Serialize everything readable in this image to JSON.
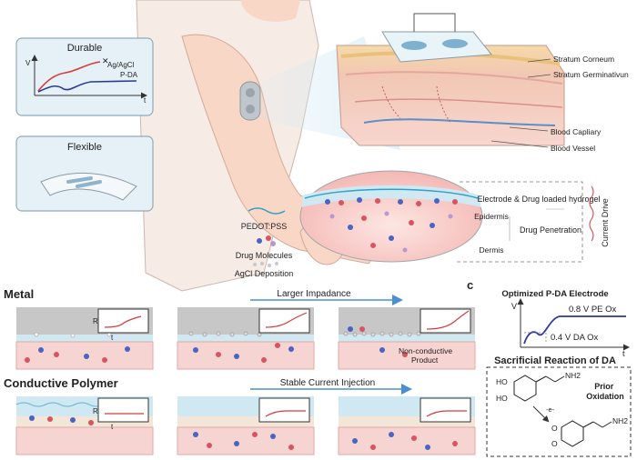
{
  "panel_a": {
    "durable": {
      "title": "Durable",
      "y_axis": "V",
      "x_axis": "t",
      "line_metal": "Ag/AgCl",
      "line_polymer": "P-DA"
    },
    "flexible": {
      "title": "Flexible"
    },
    "skin_layers": [
      "Stratum Corneum",
      "Stratum Germinativun",
      "Blood Capliary",
      "Blood Vessel"
    ],
    "zoom": {
      "hydrogel": "Electrode & Drug loaded hydrogel",
      "epidermis": "Epidermis",
      "dermis": "Dermis",
      "penetration": "Drug Penetration",
      "current": "Current Drive"
    },
    "legend": {
      "pedot": "PEDOT:PSS",
      "drug": "Drug Molecules",
      "agcl": "AgCl Deposition"
    }
  },
  "panel_b": {
    "metal": {
      "title": "Metal",
      "arrow": "Larger Impadance",
      "inset_y": "R",
      "inset_x": "t",
      "product": "Non-conductive\nProduct"
    },
    "polymer": {
      "title": "Conductive Polymer",
      "arrow": "Stable Current Injection",
      "inset_y": "R",
      "inset_x": "t"
    }
  },
  "panel_c": {
    "letter": "c",
    "title": "Optimized P-DA Electrode",
    "y_axis": "V",
    "x_axis": "t",
    "level_high": "0.8 V PE Ox",
    "level_low": "0.4 V DA Ox",
    "reaction_title": "Sacrificial Reaction of DA",
    "ho_top": "HO",
    "ho_bottom": "HO",
    "nh2_reactant": "NH2",
    "prior": "Prior\nOxidation",
    "electron": "-e-",
    "o_top": "O",
    "o_bottom": "O",
    "nh2_product": "NH2"
  },
  "colors": {
    "red": "#d63a3a",
    "blue": "#2a3a9c",
    "accent": "#2fa0c8",
    "skin": "#f3c9bf",
    "gel": "#cfe8f2"
  }
}
